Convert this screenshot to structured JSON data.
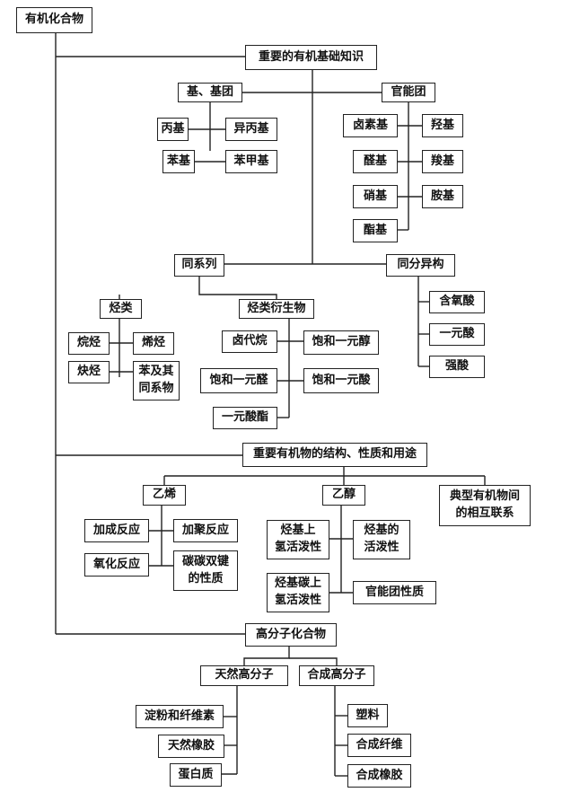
{
  "root": "有机化合物",
  "section1": {
    "title": "重要的有机基础知识",
    "groups_label": "基、基团",
    "groups": [
      "丙基",
      "异丙基",
      "苯基",
      "苯甲基"
    ],
    "functional_label": "官能团",
    "functional": [
      "卤素基",
      "羟基",
      "醛基",
      "羧基",
      "硝基",
      "胺基",
      "酯基"
    ],
    "homolog_label": "同系列",
    "hydrocarbons_label": "烃类",
    "hydrocarbons": [
      "烷烃",
      "烯烃",
      "炔烃",
      "苯及其\n同系物"
    ],
    "derivatives_label": "烃类衍生物",
    "derivatives": [
      "卤代烷",
      "饱和一元醇",
      "饱和一元醛",
      "饱和一元酸",
      "一元酸酯"
    ],
    "isomer_label": "同分异构",
    "isomers": [
      "含氧酸",
      "一元酸",
      "强酸"
    ]
  },
  "section2": {
    "title": "重要有机物的结构、性质和用途",
    "ethylene_label": "乙烯",
    "ethylene": [
      "加成反应",
      "加聚反应",
      "氧化反应",
      "碳碳双键\n的性质"
    ],
    "ethanol_label": "乙醇",
    "ethanol": [
      "烃基上\n氢活泼性",
      "烃基的\n活泼性",
      "烃基碳上\n氢活泼性",
      "官能团性质"
    ],
    "typical_label": "典型有机物间\n的相互联系"
  },
  "section3": {
    "title": "高分子化合物",
    "natural_label": "天然高分子",
    "natural": [
      "淀粉和纤维素",
      "天然橡胶",
      "蛋白质"
    ],
    "synthetic_label": "合成高分子",
    "synthetic": [
      "塑料",
      "合成纤维",
      "合成橡胶"
    ]
  }
}
